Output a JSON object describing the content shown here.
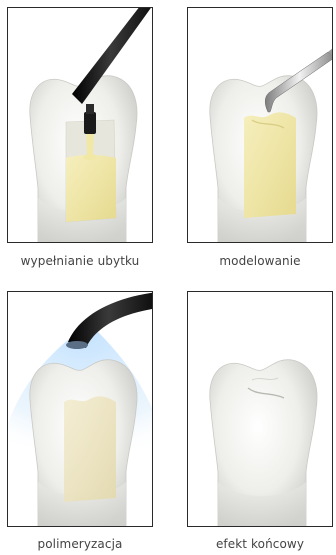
{
  "steps": [
    {
      "caption": "wypełnianie ubytku"
    },
    {
      "caption": "modelowanie"
    },
    {
      "caption": "polimeryzacja"
    },
    {
      "caption": "efekt końcowy"
    }
  ],
  "colors": {
    "frame": "#2a2a2a",
    "tooth": "#eeeeea",
    "filling": "#efe6a6",
    "light_beam": "#cfe6fb",
    "instrument": "#1a1a1a"
  }
}
